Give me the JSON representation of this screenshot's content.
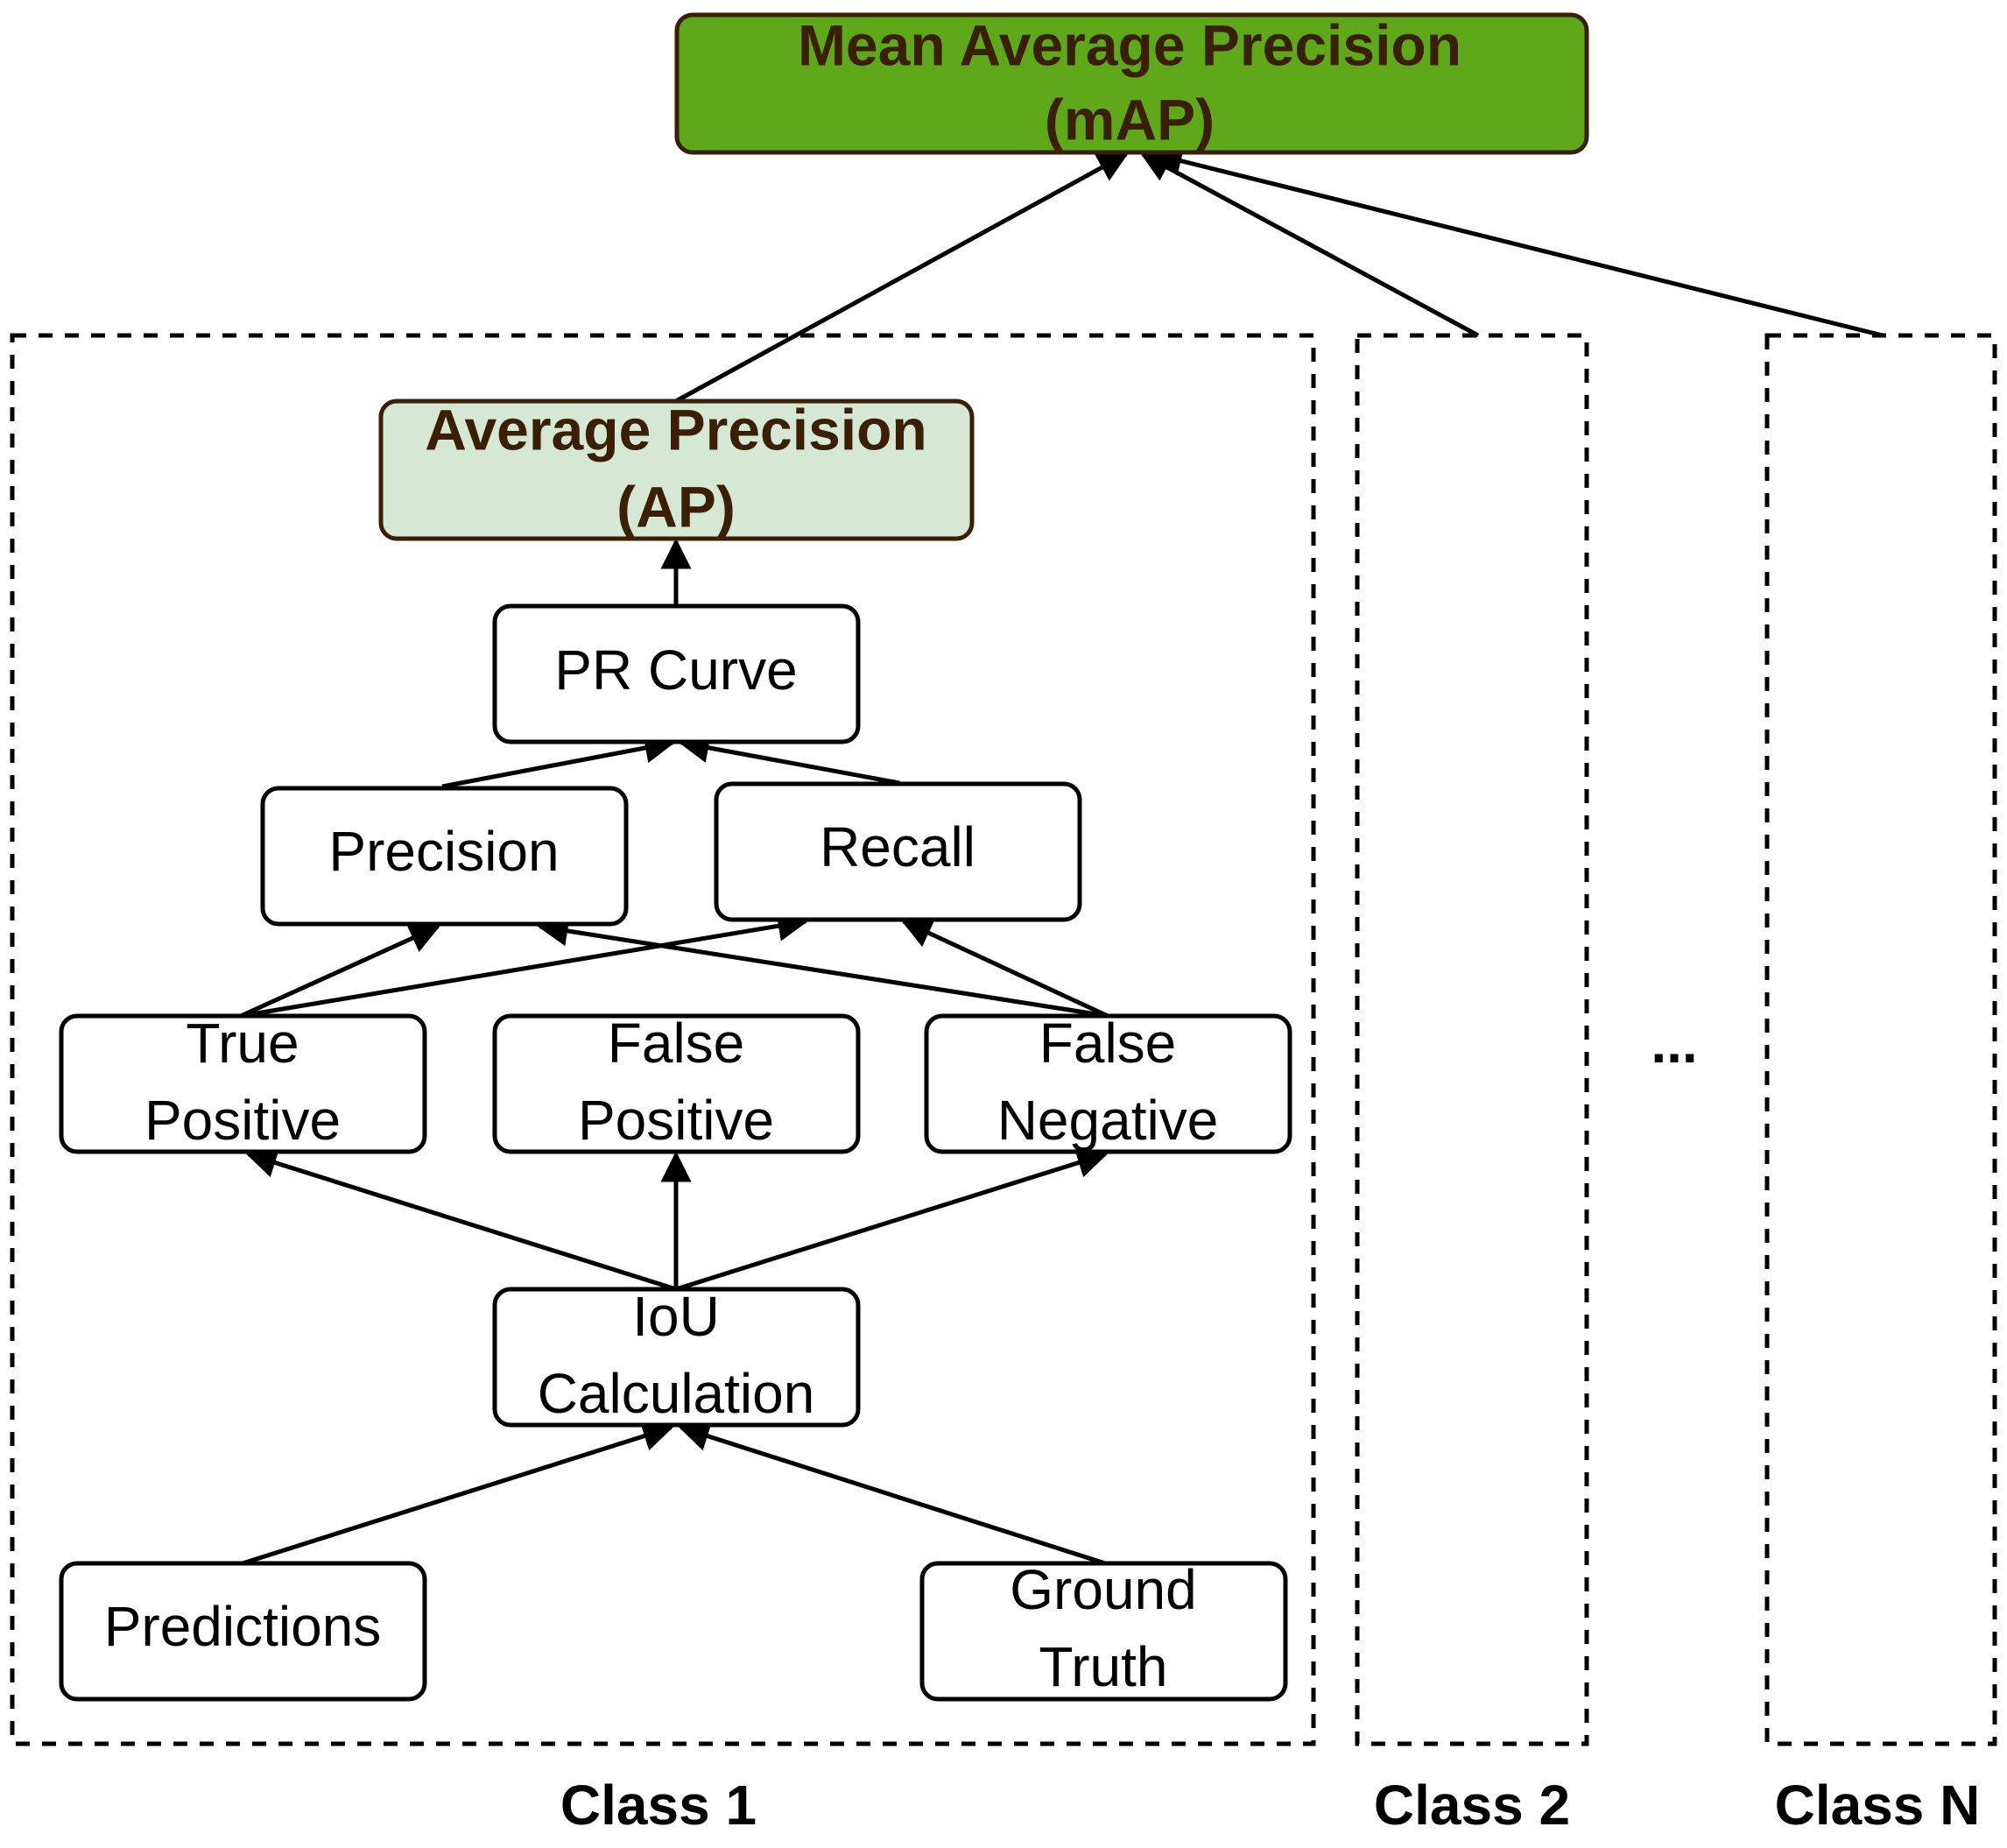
{
  "colors": {
    "map_fill": "#5fa819",
    "ap_fill": "#d5e8d4",
    "bold_text": "#3a1f05",
    "line": "#000000"
  },
  "nodes": {
    "map": {
      "line1": "Mean Average Precision",
      "line2": "(mAP)"
    },
    "ap": {
      "line1": "Average Precision",
      "line2": "(AP)"
    },
    "pr_curve": {
      "line1": "PR Curve"
    },
    "precision": {
      "line1": "Precision"
    },
    "recall": {
      "line1": "Recall"
    },
    "true_positive": {
      "line1": "True",
      "line2": "Positive"
    },
    "false_positive": {
      "line1": "False",
      "line2": "Positive"
    },
    "false_negative": {
      "line1": "False",
      "line2": "Negative"
    },
    "iou": {
      "line1": "IoU",
      "line2": "Calculation"
    },
    "predictions": {
      "line1": "Predictions"
    },
    "ground_truth": {
      "line1": "Ground",
      "line2": "Truth"
    }
  },
  "classes": {
    "class1": "Class 1",
    "class2": "Class 2",
    "classN": "Class N",
    "ellipsis": "..."
  }
}
